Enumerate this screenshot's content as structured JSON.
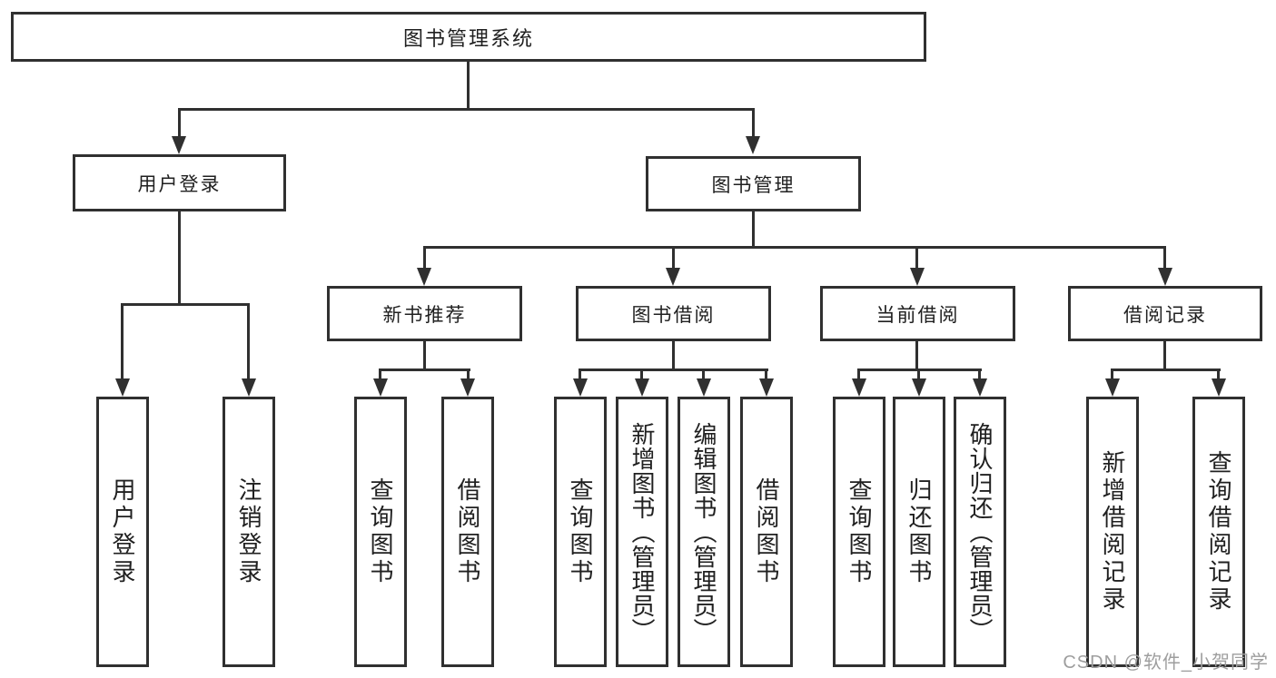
{
  "diagram": {
    "root": {
      "label": "图书管理系统",
      "children": [
        {
          "label": "用户登录",
          "children": [
            {
              "label": "用户登录"
            },
            {
              "label": "注销登录"
            }
          ]
        },
        {
          "label": "图书管理",
          "children": [
            {
              "label": "新书推荐",
              "children": [
                {
                  "label": "查询图书"
                },
                {
                  "label": "借阅图书"
                }
              ]
            },
            {
              "label": "图书借阅",
              "children": [
                {
                  "label": "查询图书"
                },
                {
                  "label": "新增图书（管理员）"
                },
                {
                  "label": "编辑图书（管理员）"
                },
                {
                  "label": "借阅图书"
                }
              ]
            },
            {
              "label": "当前借阅",
              "children": [
                {
                  "label": "查询图书"
                },
                {
                  "label": "归还图书"
                },
                {
                  "label": "确认归还（管理员）"
                }
              ]
            },
            {
              "label": "借阅记录",
              "children": [
                {
                  "label": "新增借阅记录"
                },
                {
                  "label": "查询借阅记录"
                }
              ]
            }
          ]
        }
      ]
    }
  },
  "watermark": {
    "text": "CSDN @软件_小贺同学"
  },
  "colors": {
    "line": "#303030",
    "text": "#202020",
    "watermark": "#9e9e9e",
    "background": "#ffffff"
  }
}
